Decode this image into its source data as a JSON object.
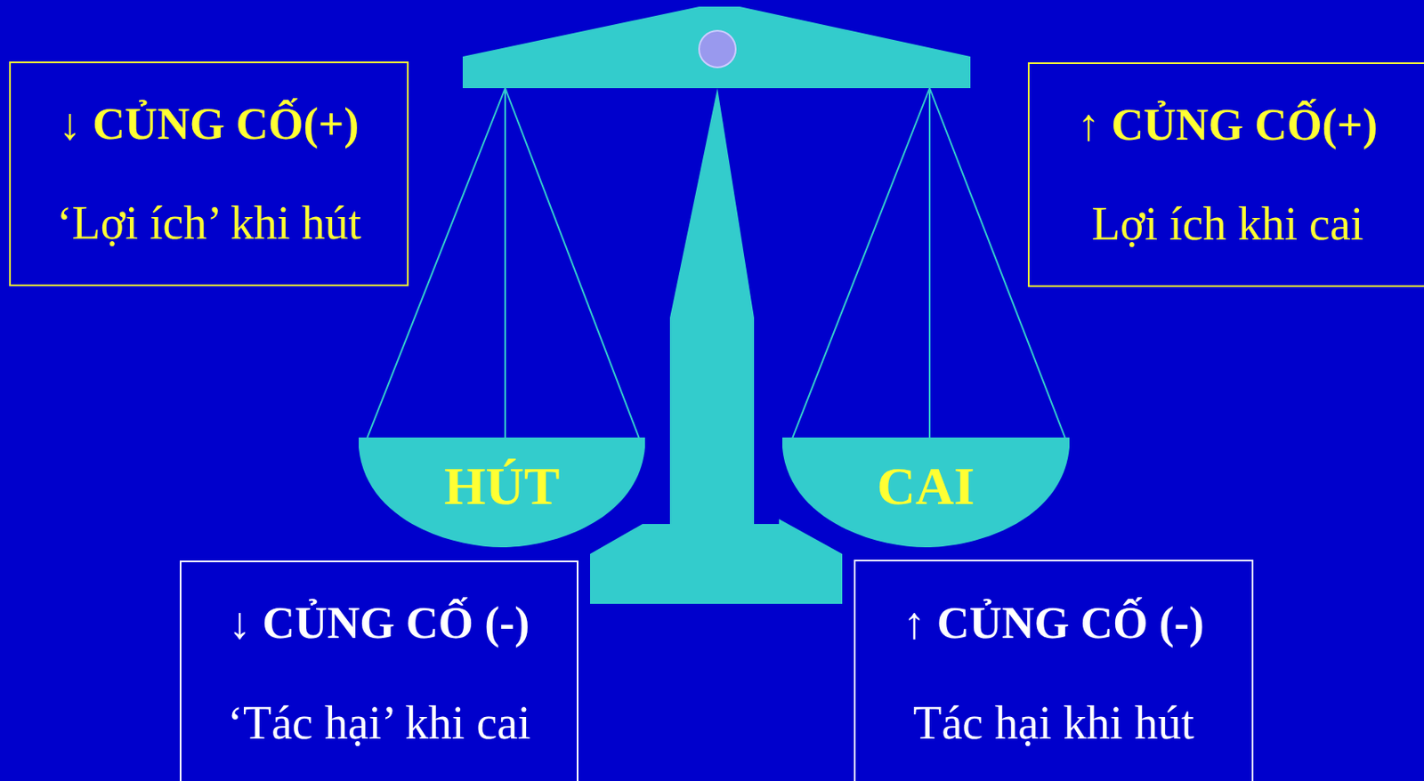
{
  "diagram": {
    "nodes": [
      {
        "text": [
          "↓ CỦNG CỐ(+)",
          "‘Lợi ích’ khi hút"
        ]
      },
      {
        "text": [
          "↑ CỦNG CỐ(+)",
          "Lợi ích khi cai"
        ]
      },
      {
        "text": [
          "HÚT"
        ]
      },
      {
        "text": [
          "CAI"
        ]
      },
      {
        "text": [
          "↓ CỦNG CỐ (-)",
          "‘Tác hại’ khi cai"
        ]
      },
      {
        "text": [
          "↑ CỦNG CỐ (-)",
          "Tác hại khi hút"
        ]
      }
    ]
  }
}
